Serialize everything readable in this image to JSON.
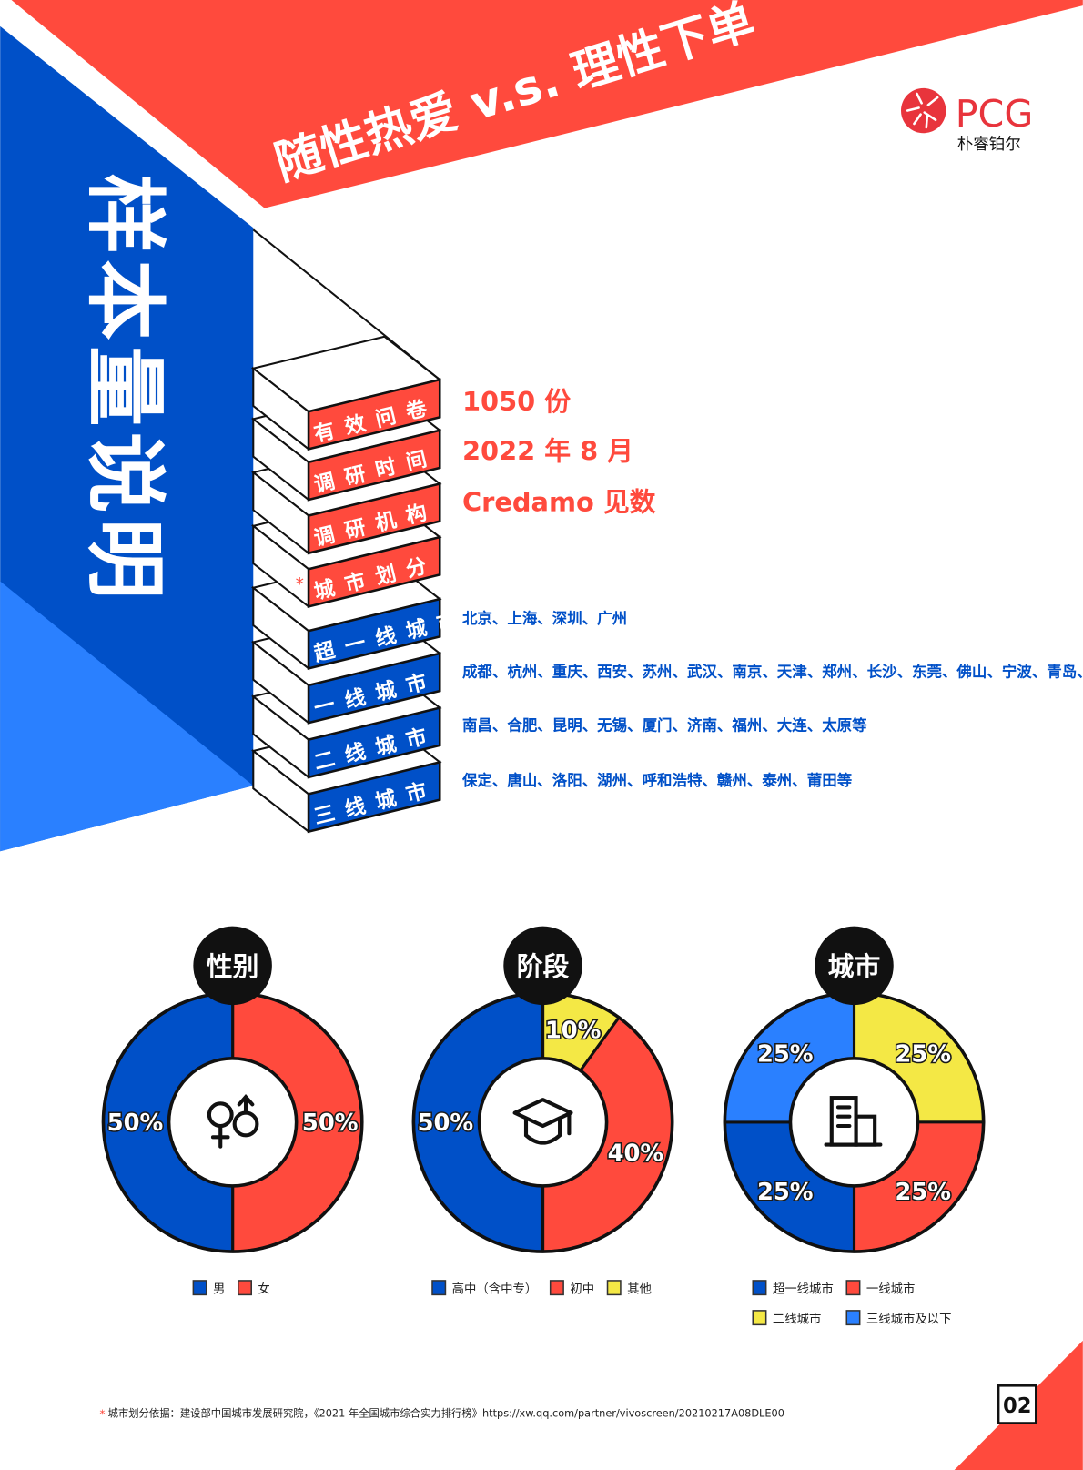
{
  "header": {
    "title": "随性热爱 v.s. 理性下单",
    "logo_text": "PCG",
    "logo_sub": "朴睿铂尔"
  },
  "side_title": "样本量说明",
  "info_rows": [
    {
      "label": "有 效 问 卷",
      "value": "1050 份"
    },
    {
      "label": "调 研 时 间",
      "value": "2022 年 8 月"
    },
    {
      "label": "调 研 机 构",
      "value": "Credamo 见数"
    },
    {
      "label": "城 市 划 分",
      "asterisk": "*"
    }
  ],
  "tiers": [
    {
      "label": "超 一 线 城 市",
      "cities": "北京、上海、深圳、广州"
    },
    {
      "label": "一  线  城  市",
      "cities": "成都、杭州、重庆、西安、苏州、武汉、南京、天津、郑州、长沙、东莞、佛山、宁波、青岛、沈阳等"
    },
    {
      "label": "二  线  城  市",
      "cities": "南昌、合肥、昆明、无锡、厦门、济南、福州、大连、太原等"
    },
    {
      "label": "三  线  城  市",
      "cities": "保定、唐山、洛阳、湖州、呼和浩特、赣州、泰州、莆田等"
    }
  ],
  "colors": {
    "red": "#ff4a3d",
    "blue": "#0050c8",
    "light_blue": "#2a80ff",
    "yellow": "#f4e845",
    "black": "#111111"
  },
  "chart_data": [
    {
      "type": "pie",
      "style": "donut",
      "title": "性别",
      "icon": "gender-icon",
      "slices": [
        {
          "name": "女",
          "value": 50,
          "label": "50%",
          "color": "#ff4a3d"
        },
        {
          "name": "男",
          "value": 50,
          "label": "50%",
          "color": "#0050c8"
        }
      ],
      "legend": [
        {
          "name": "男",
          "color": "#0050c8"
        },
        {
          "name": "女",
          "color": "#ff4a3d"
        }
      ]
    },
    {
      "type": "pie",
      "style": "donut",
      "title": "阶段",
      "icon": "graduation-cap-icon",
      "slices": [
        {
          "name": "其他",
          "value": 10,
          "label": "10%",
          "color": "#f4e845"
        },
        {
          "name": "初中",
          "value": 40,
          "label": "40%",
          "color": "#ff4a3d"
        },
        {
          "name": "高中（含中专）",
          "value": 50,
          "label": "50%",
          "color": "#0050c8"
        }
      ],
      "legend": [
        {
          "name": "高中（含中专）",
          "color": "#0050c8"
        },
        {
          "name": "初中",
          "color": "#ff4a3d"
        },
        {
          "name": "其他",
          "color": "#f4e845"
        }
      ]
    },
    {
      "type": "pie",
      "style": "donut",
      "title": "城市",
      "icon": "building-icon",
      "slices": [
        {
          "name": "二线城市",
          "value": 25,
          "label": "25%",
          "color": "#f4e845"
        },
        {
          "name": "一线城市",
          "value": 25,
          "label": "25%",
          "color": "#ff4a3d"
        },
        {
          "name": "超一线城市",
          "value": 25,
          "label": "25%",
          "color": "#0050c8"
        },
        {
          "name": "三线城市及以下",
          "value": 25,
          "label": "25%",
          "color": "#2a80ff"
        }
      ],
      "legend": [
        {
          "name": "超一线城市",
          "color": "#0050c8"
        },
        {
          "name": "一线城市",
          "color": "#ff4a3d"
        },
        {
          "name": "二线城市",
          "color": "#f4e845"
        },
        {
          "name": "三线城市及以下",
          "color": "#2a80ff"
        }
      ]
    }
  ],
  "footnote": {
    "asterisk": "*",
    "text": "城市划分依据：建设部中国城市发展研究院，《2021 年全国城市综合实力排行榜》https://xw.qq.com/partner/vivoscreen/20210217A08DLE00"
  },
  "page_number": "02"
}
